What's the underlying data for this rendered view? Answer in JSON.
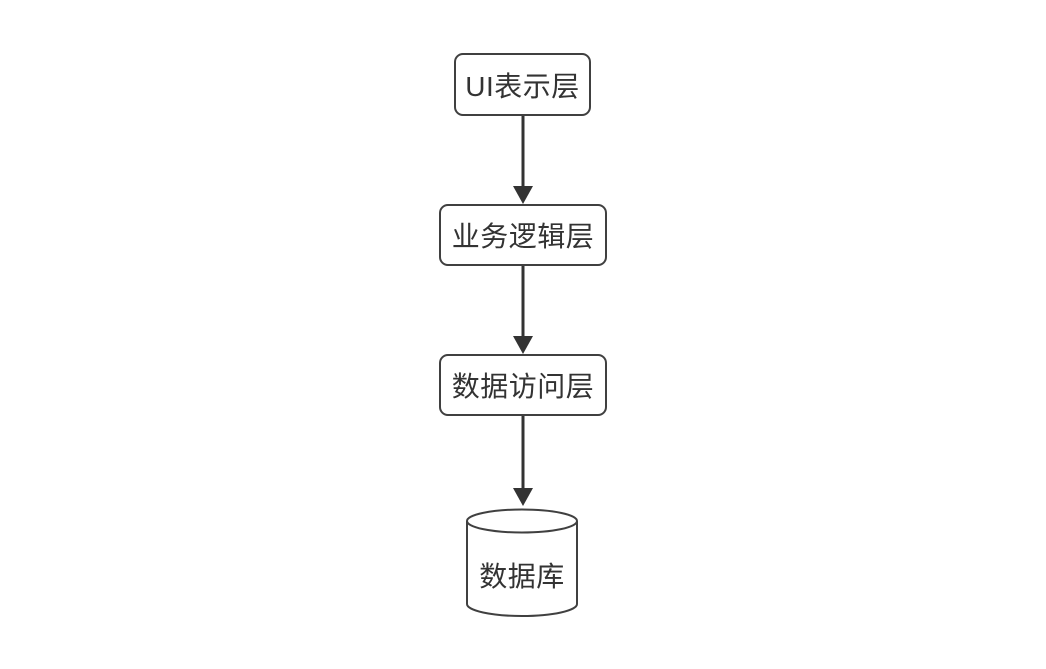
{
  "diagram": {
    "nodes": [
      {
        "id": "ui-layer",
        "label": "UI表示层",
        "shape": "rounded-rect"
      },
      {
        "id": "business-layer",
        "label": "业务逻辑层",
        "shape": "rounded-rect"
      },
      {
        "id": "data-access-layer",
        "label": "数据访问层",
        "shape": "rounded-rect"
      },
      {
        "id": "database",
        "label": "数据库",
        "shape": "cylinder"
      }
    ],
    "edges": [
      {
        "from": "UI表示层",
        "to": "业务逻辑层",
        "style": "solid-arrow-down"
      },
      {
        "from": "业务逻辑层",
        "to": "数据访问层",
        "style": "solid-arrow-down"
      },
      {
        "from": "数据访问层",
        "to": "数据库",
        "style": "solid-arrow-down"
      }
    ],
    "colors": {
      "background": "#ffffff",
      "shape_stroke": "#404040",
      "arrow_stroke": "#333333",
      "text": "#333333"
    }
  }
}
